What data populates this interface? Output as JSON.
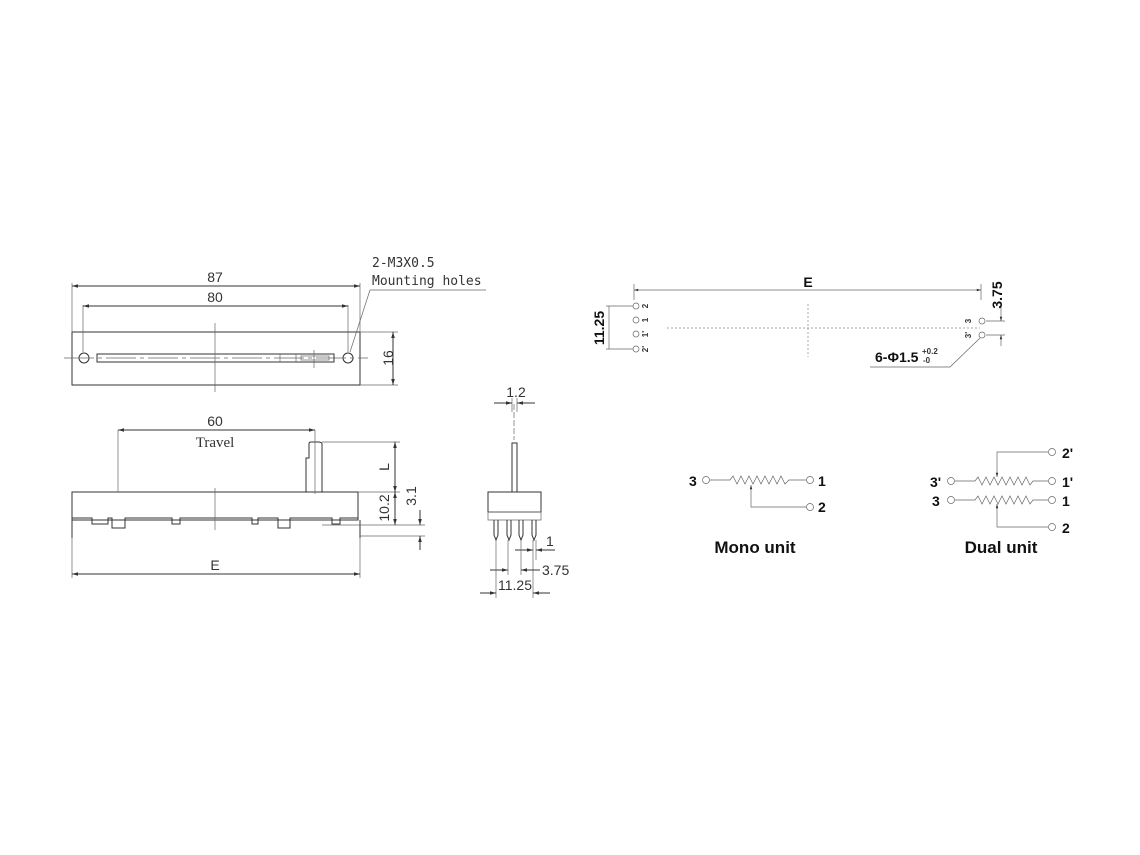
{
  "top_view": {
    "dim_overall": "87",
    "dim_holes": "80",
    "dim_height": "16",
    "note_line1": "2-M3X0.5",
    "note_line2": "Mounting holes"
  },
  "side_view": {
    "dim_travel": "60",
    "travel_label": "Travel",
    "dim_lever": "L",
    "dim_body": "10.2",
    "dim_pin": "3.1",
    "dim_length": "E"
  },
  "end_view": {
    "dim_lever_width": "1.2",
    "dim_pin_width": "1",
    "dim_pin_pitch": "3.75",
    "dim_pin_span": "11.25"
  },
  "pcb_layout": {
    "dim_length": "E",
    "dim_span": "11.25",
    "dim_pitch": "3.75",
    "hole_note": "6-Φ1.5",
    "tol_plus": "+0.2",
    "tol_minus": "-0",
    "left_pins": [
      "2",
      "1",
      "1'",
      "2'"
    ],
    "right_pins": [
      "3",
      "3'"
    ]
  },
  "schematic_mono": {
    "title": "Mono unit",
    "pins": [
      "3",
      "1",
      "2"
    ]
  },
  "schematic_dual": {
    "title": "Dual unit",
    "pins": [
      "2'",
      "3'",
      "1'",
      "3",
      "1",
      "2"
    ]
  }
}
